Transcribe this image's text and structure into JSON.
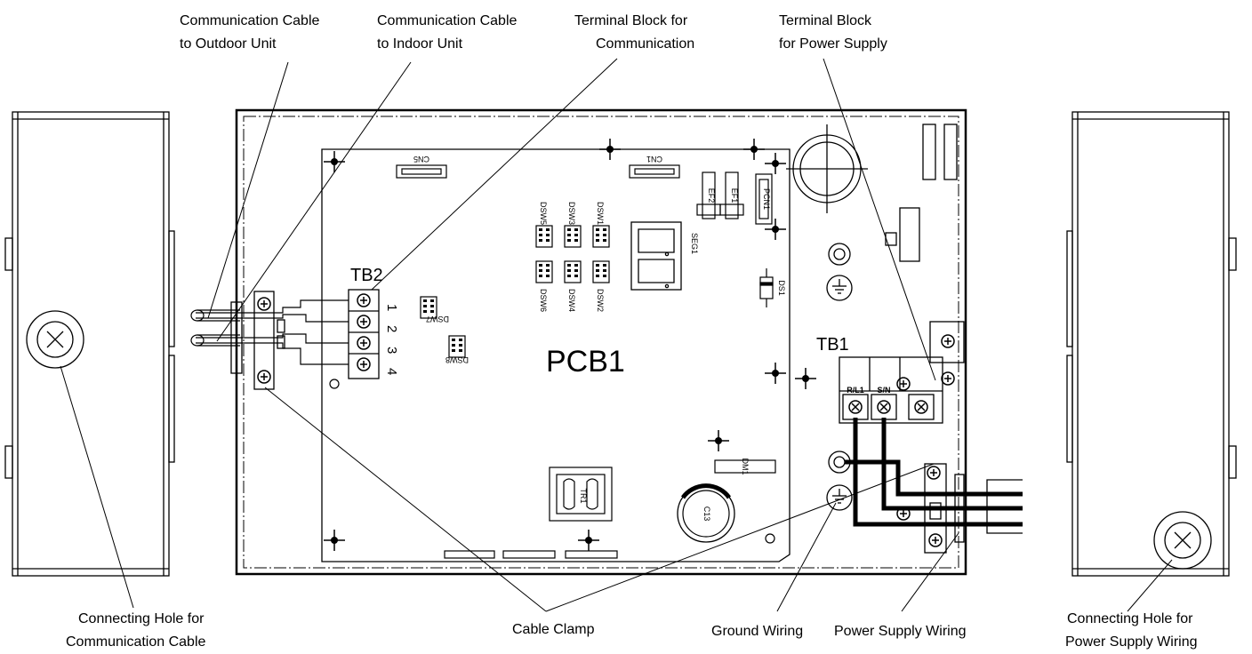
{
  "labels": {
    "comm_outdoor": [
      "Communication Cable",
      "to Outdoor Unit"
    ],
    "comm_indoor": [
      "Communication Cable",
      "to Indoor Unit"
    ],
    "tb_comm": [
      "Terminal Block for",
      "Communication"
    ],
    "tb_power": [
      "Terminal Block",
      "for Power Supply"
    ],
    "hole_comm": [
      "Connecting Hole for",
      "Communication Cable"
    ],
    "cable_clamp": "Cable  Clamp",
    "ground_wiring": "Ground Wiring",
    "power_wiring": "Power Supply Wiring",
    "hole_power": [
      "Connecting Hole for",
      "Power Supply Wiring"
    ]
  },
  "board": {
    "pcb": "PCB1",
    "tb1": "TB1",
    "tb2": "TB2",
    "tb2_terminals": [
      "1",
      "2",
      "3",
      "4"
    ],
    "tb1_terminals": [
      "R/L1",
      "S/N"
    ],
    "dip_switches": [
      "DSW1",
      "DSW2",
      "DSW3",
      "DSW4",
      "DSW5",
      "DSW6",
      "DSW7",
      "DSW8"
    ],
    "connectors": [
      "CN5",
      "CN1",
      "PCN1"
    ],
    "components": [
      "SEG1",
      "EF1",
      "EF2",
      "DS1",
      "DM1",
      "TR1",
      "C13"
    ]
  }
}
